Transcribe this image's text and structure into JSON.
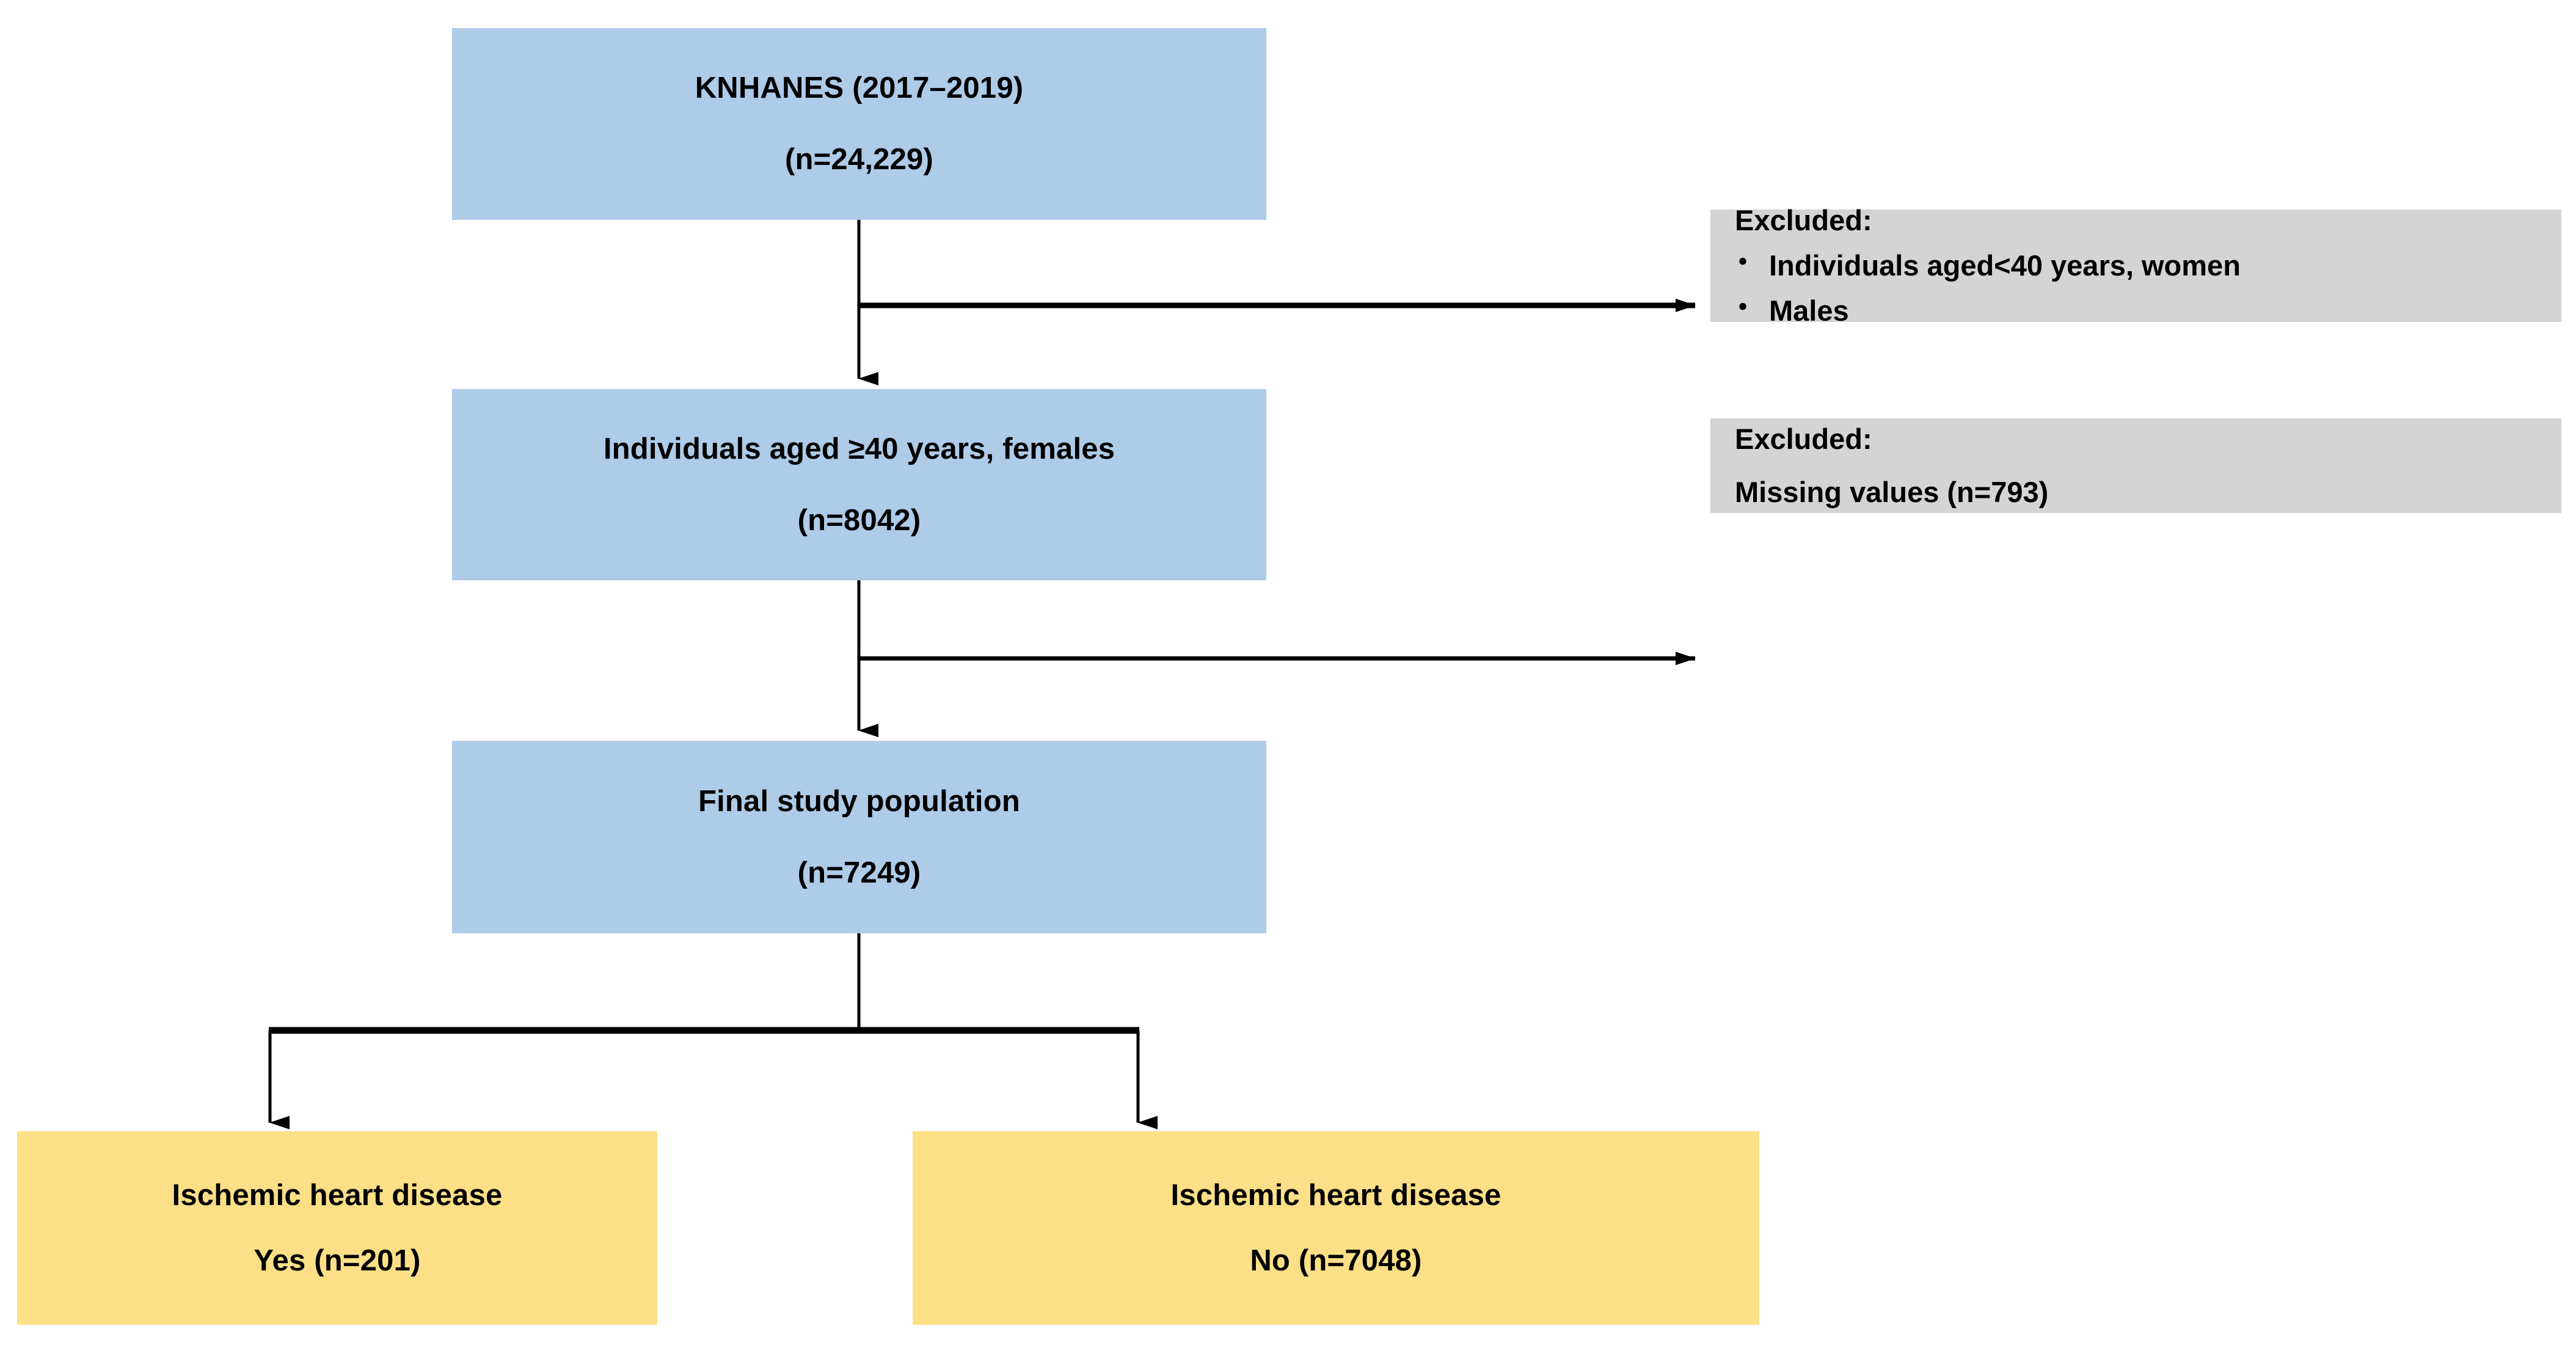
{
  "diagram": {
    "title": "Study population flow diagram",
    "colors": {
      "source_box": "#aecbe8",
      "excluded_box": "#d4d4d4",
      "outcome_box": "#fddf87",
      "connector": "#000000",
      "background": "#ffffff",
      "text": "#000000"
    },
    "nodes": {
      "source": {
        "line1": "KNHANES (2017–2019)",
        "line2": "(n=24,229)",
        "count": 24229
      },
      "eligible": {
        "line1": "Individuals aged ≥40 years, females",
        "line2": "(n=8042)",
        "count": 8042
      },
      "final": {
        "line1": "Final study population",
        "line2": "(n=7249)",
        "count": 7249
      },
      "excluded_1": {
        "title": "Excluded:",
        "items": [
          "Individuals aged<40 years, women",
          "Males"
        ]
      },
      "excluded_2": {
        "title": "Excluded:",
        "text": "Missing values (n=793)",
        "count": 793
      },
      "outcome_yes": {
        "line1": "Ischemic heart disease",
        "line2": "Yes (n=201)",
        "count": 201
      },
      "outcome_no": {
        "line1": "Ischemic heart disease",
        "line2": "No (n=7048)",
        "count": 7048
      }
    }
  }
}
